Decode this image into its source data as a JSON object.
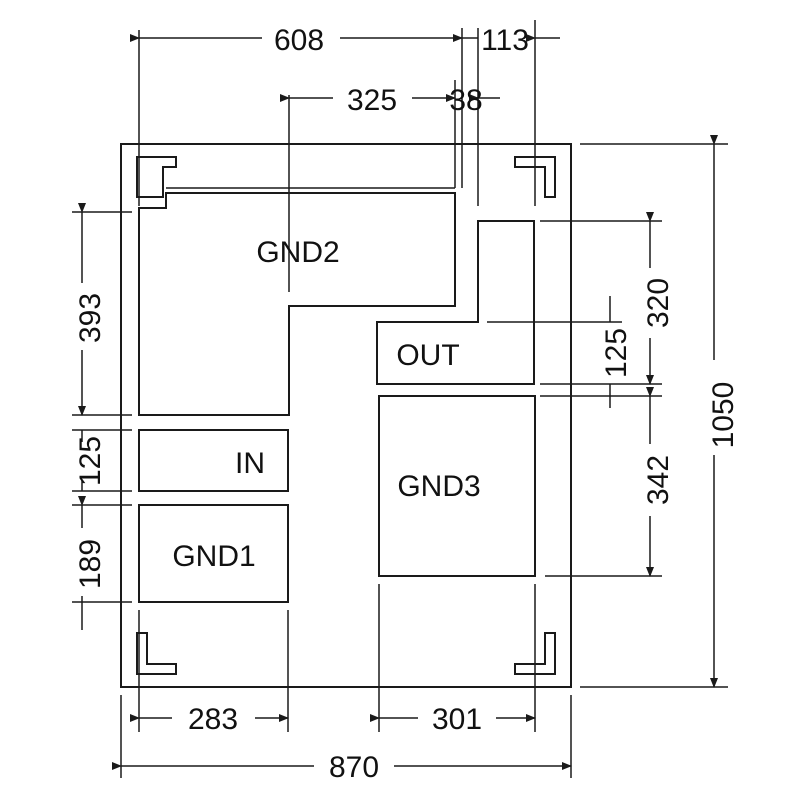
{
  "pads": {
    "gnd2": "GND2",
    "gnd3": "GND3",
    "gnd1": "GND1",
    "in": "IN",
    "out": "OUT"
  },
  "dimensions": {
    "top_608": "608",
    "top_113": "113",
    "top_325": "325",
    "top_38": "38",
    "left_393": "393",
    "left_125": "125",
    "left_189": "189",
    "right_320": "320",
    "right_125": "125",
    "right_342": "342",
    "right_1050": "1050",
    "bottom_283": "283",
    "bottom_301": "301",
    "bottom_870": "870"
  },
  "colors": {
    "stroke": "#1a1a1a",
    "background": "#ffffff"
  }
}
